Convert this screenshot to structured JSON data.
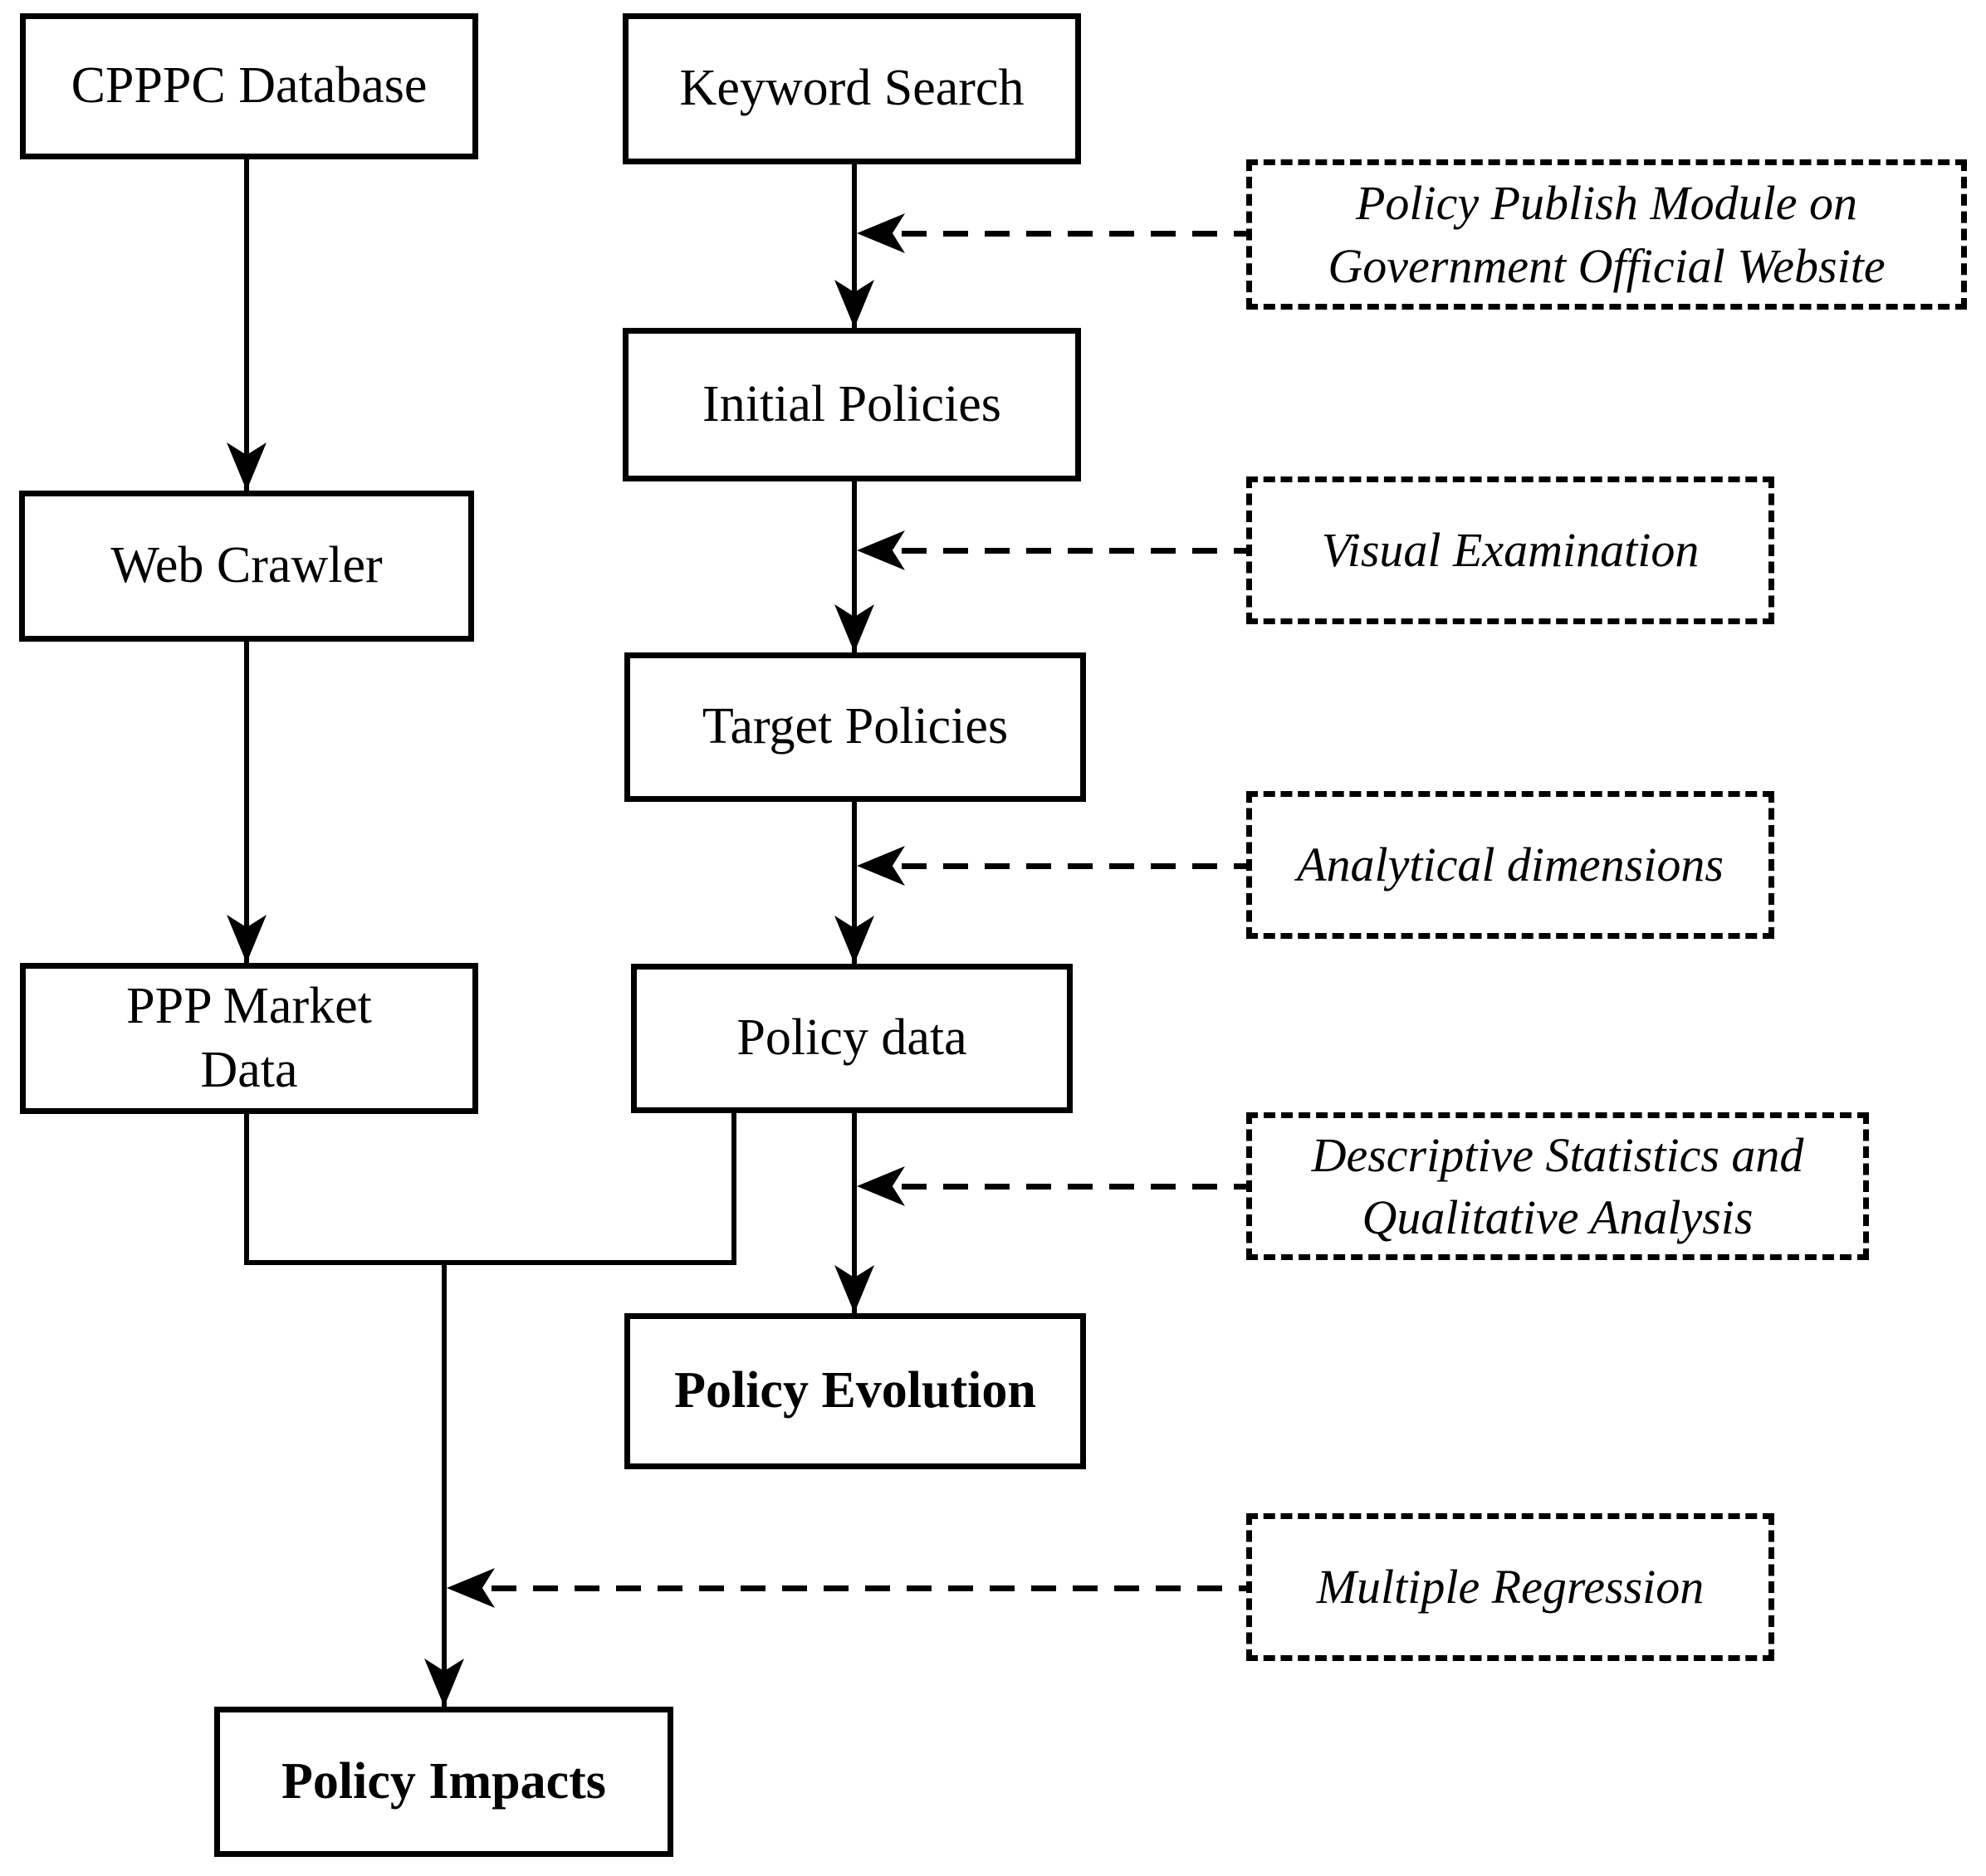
{
  "diagram": {
    "background_color": "#ffffff",
    "line_color": "#000000",
    "boxes": {
      "cpppc_database": {
        "label": "CPPPC Database"
      },
      "keyword_search": {
        "label": "Keyword Search"
      },
      "web_crawler": {
        "label": "Web Crawler"
      },
      "initial_policies": {
        "label": "Initial Policies"
      },
      "target_policies": {
        "label": "Target Policies"
      },
      "ppp_market_data": {
        "label": "PPP  Market\nData"
      },
      "policy_data": {
        "label": "Policy data"
      },
      "policy_evolution": {
        "label": "Policy Evolution"
      },
      "policy_impacts": {
        "label": "Policy Impacts"
      }
    },
    "annotations": {
      "policy_publish": {
        "label": "Policy Publish Module on\nGovernment Official Website"
      },
      "visual_examination": {
        "label": "Visual Examination"
      },
      "analytical_dimensions": {
        "label": "Analytical dimensions"
      },
      "descriptive_statistics": {
        "label": "Descriptive Statistics and\nQualitative Analysis"
      },
      "multiple_regression": {
        "label": "Multiple Regression"
      }
    }
  }
}
